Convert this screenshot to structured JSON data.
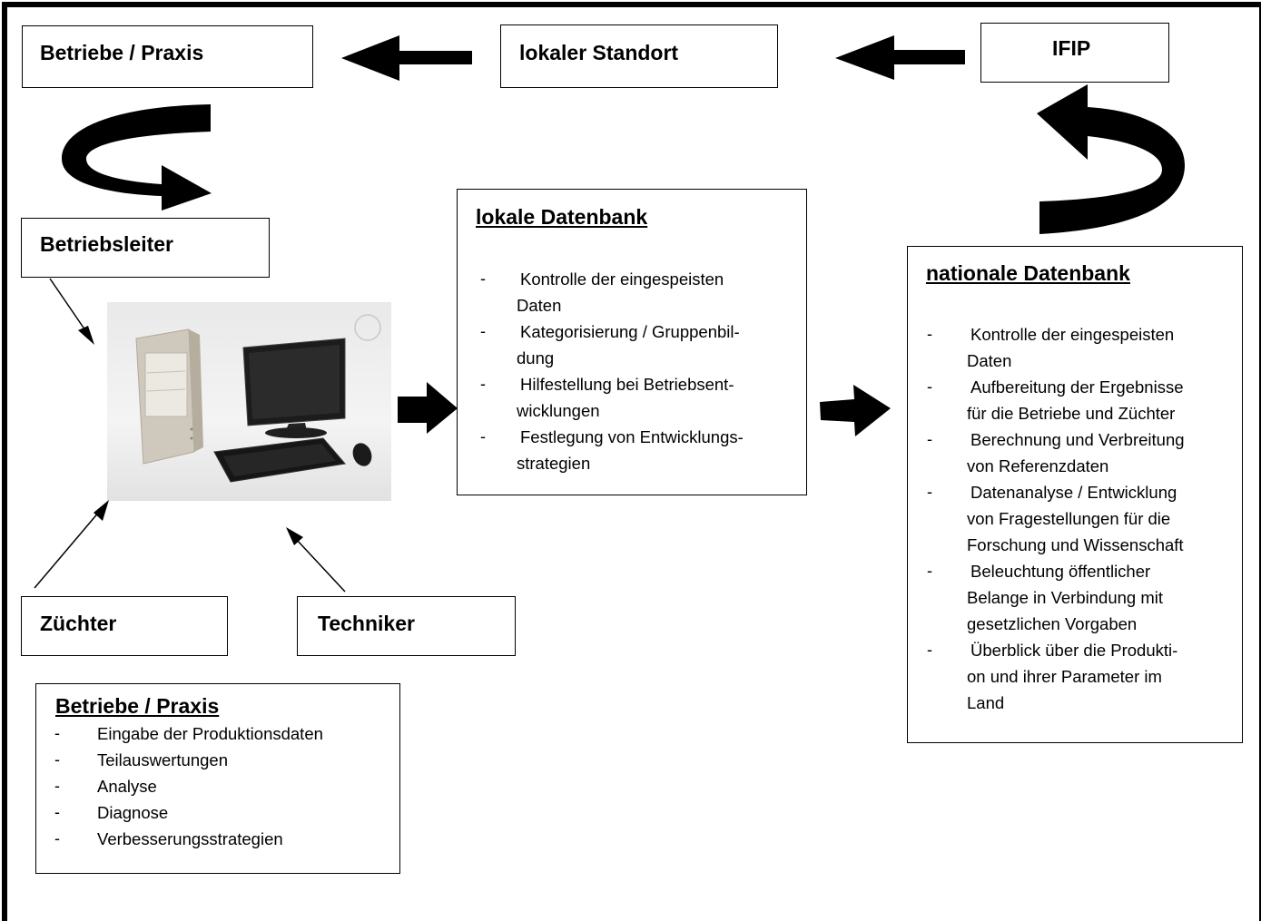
{
  "top_row": {
    "betriebe_praxis": "Betriebe / Praxis",
    "lokaler_standort": "lokaler Standort",
    "ifip": "IFIP"
  },
  "betriebsleiter": "Betriebsleiter",
  "zuechter": "Züchter",
  "techniker": "Techniker",
  "lokale_datenbank": {
    "title": "lokale Datenbank",
    "items": [
      "Kontrolle der eingespeisten\nDaten",
      "Kategorisierung / Gruppenbil-\ndung",
      "Hilfestellung bei Betriebsent-\nwicklungen",
      "Festlegung von Entwicklungs-\nstrategien"
    ]
  },
  "nationale_datenbank": {
    "title": "nationale Datenbank",
    "items": [
      "Kontrolle der eingespeisten\nDaten",
      "Aufbereitung der Ergebnisse\nfür die Betriebe und Züchter",
      "Berechnung und Verbreitung\nvon Referenzdaten",
      "Datenanalyse / Entwicklung\nvon Fragestellungen für die\nForschung und Wissenschaft",
      "Beleuchtung öffentlicher\nBelange in Verbindung mit\ngesetzlichen Vorgaben",
      "Überblick über die Produkti-\non und ihrer Parameter im\nLand"
    ]
  },
  "betriebe_praxis_box": {
    "title": "Betriebe / Praxis",
    "items": [
      "Eingabe der Produktionsdaten",
      "Teilauswertungen",
      "Analyse",
      "Diagnose",
      "Verbesserungsstrategien"
    ]
  },
  "computer_image": "computer-photo",
  "list_marker": "-"
}
